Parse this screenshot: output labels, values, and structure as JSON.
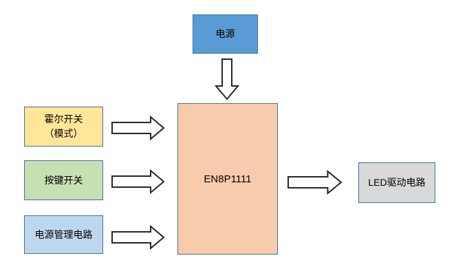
{
  "diagram": {
    "type": "block-diagram",
    "blocks": {
      "power": {
        "label": "电源"
      },
      "hall": {
        "label_line1": "霍尔开关",
        "label_line2": "（模式）"
      },
      "button": {
        "label": "按键开关"
      },
      "power_mgmt": {
        "label": "电源管理电路"
      },
      "mcu": {
        "label": "EN8P1111"
      },
      "led": {
        "label": "LED驱动电路"
      }
    },
    "connections": [
      {
        "from": "power",
        "to": "mcu",
        "direction": "down"
      },
      {
        "from": "hall",
        "to": "mcu",
        "direction": "right"
      },
      {
        "from": "button",
        "to": "mcu",
        "direction": "right"
      },
      {
        "from": "power_mgmt",
        "to": "mcu",
        "direction": "right"
      },
      {
        "from": "mcu",
        "to": "led",
        "direction": "right"
      }
    ],
    "colors": {
      "background": "#FFFFFF",
      "text": "#000000",
      "box_border": "#41719C",
      "power_fill": "#5B9BD5",
      "power_border": "#41719C",
      "hall_fill": "#FFE699",
      "button_fill": "#C6E0B4",
      "power_mgmt_fill": "#BDD7EE",
      "mcu_fill": "#F8CBAD",
      "led_fill": "#D9D9D9",
      "arrow_fill": "#FFFFFF",
      "arrow_outline": "#262626"
    }
  }
}
